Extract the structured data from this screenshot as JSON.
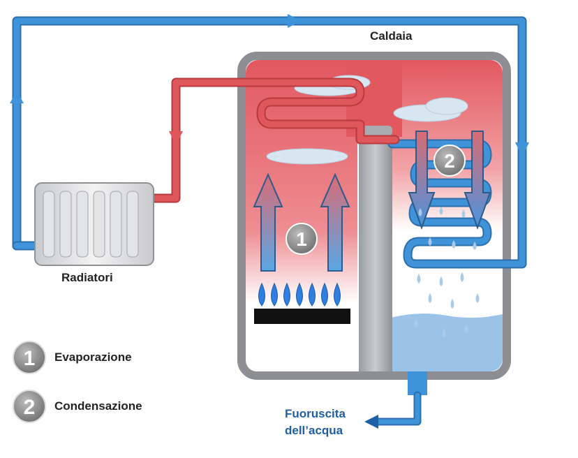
{
  "labels": {
    "boiler": "Caldaia",
    "radiators": "Radiatori",
    "water_outlet_line1": "Fuoruscita",
    "water_outlet_line2": "dell’acqua"
  },
  "legend": [
    {
      "number": "1",
      "label": "Evaporazione"
    },
    {
      "number": "2",
      "label": "Condensazione"
    }
  ],
  "colors": {
    "cold_pipe": "#3f93d9",
    "hot_pipe": "#e0575b",
    "hot_zone": "#e8737a",
    "boiler_frame": "#8c8e94",
    "flame": "#2f7fe0",
    "water": "#9bc3e8",
    "badge": "#8a8a8a"
  }
}
